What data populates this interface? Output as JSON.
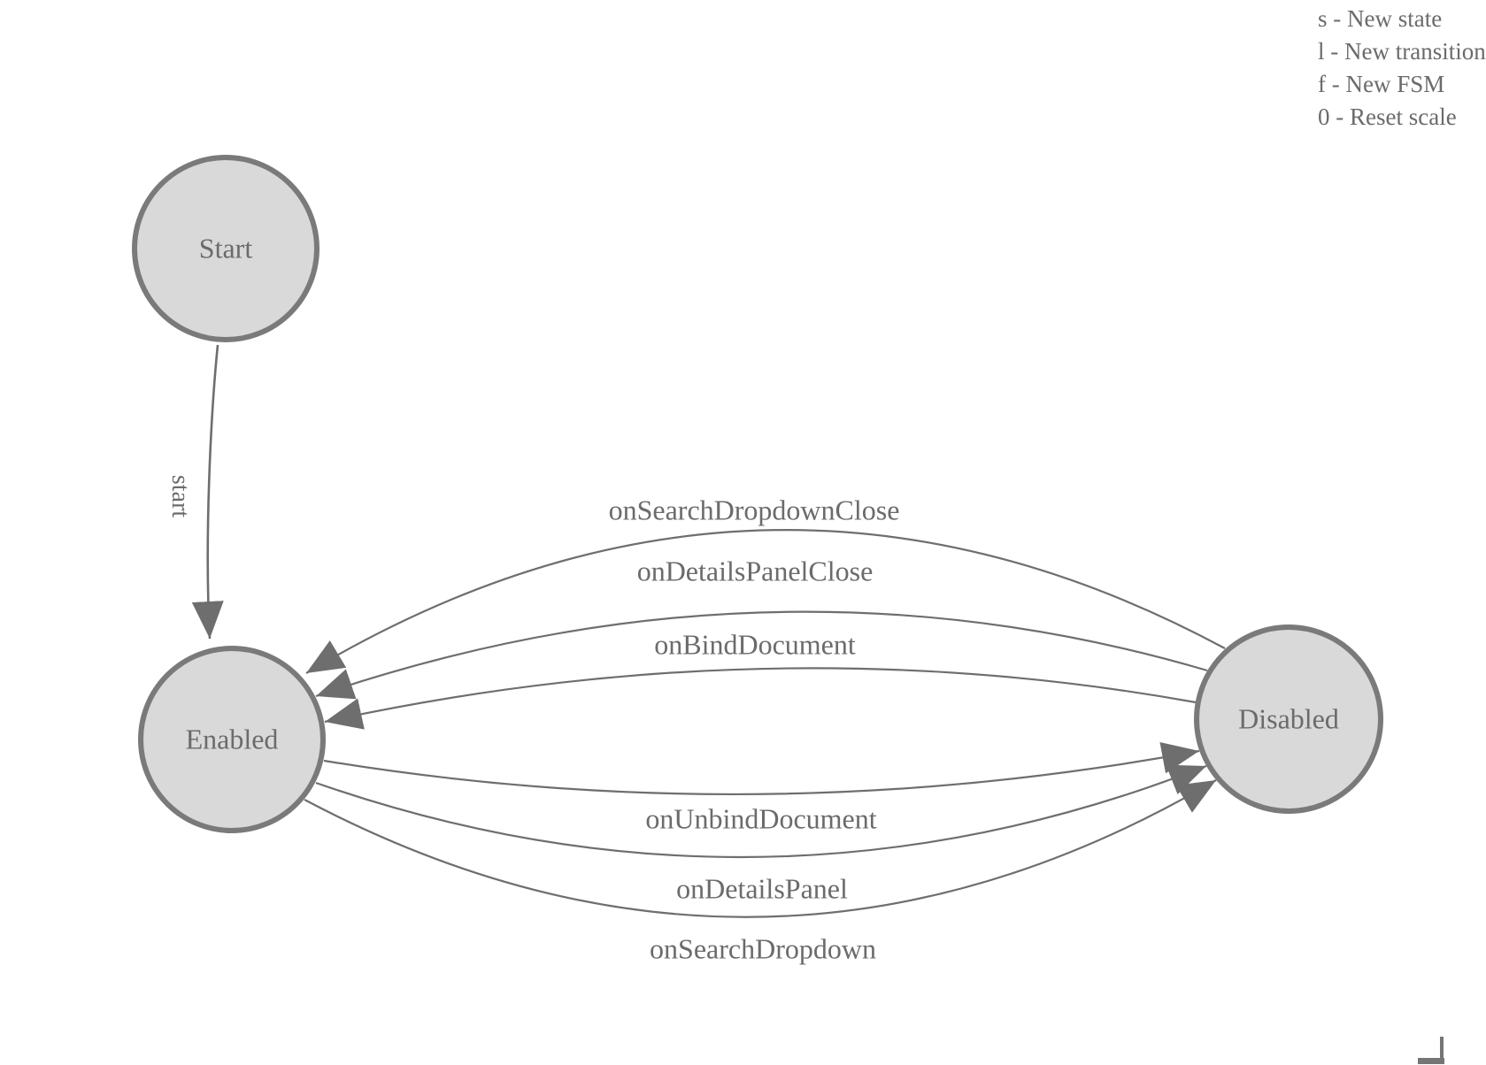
{
  "colors": {
    "node_fill": "#d9d9d9",
    "node_border": "#7a7a7a",
    "edge_stroke": "#6e6e6e",
    "label_text": "#6b6b6b",
    "background": "#ffffff"
  },
  "legend": {
    "line_s": "s - New state",
    "line_l": "l - New transition",
    "line_f": "f - New FSM",
    "line_0": "0 - Reset scale"
  },
  "states": {
    "start": {
      "label": "Start"
    },
    "enabled": {
      "label": "Enabled"
    },
    "disabled": {
      "label": "Disabled"
    }
  },
  "transitions": {
    "start": {
      "label": "start",
      "from": "Start",
      "to": "Enabled"
    },
    "onSearchDropdownClose": {
      "label": "onSearchDropdownClose",
      "from": "Disabled",
      "to": "Enabled"
    },
    "onDetailsPanelClose": {
      "label": "onDetailsPanelClose",
      "from": "Disabled",
      "to": "Enabled"
    },
    "onBindDocument": {
      "label": "onBindDocument",
      "from": "Disabled",
      "to": "Enabled"
    },
    "onUnbindDocument": {
      "label": "onUnbindDocument",
      "from": "Enabled",
      "to": "Disabled"
    },
    "onDetailsPanel": {
      "label": "onDetailsPanel",
      "from": "Enabled",
      "to": "Disabled"
    },
    "onSearchDropdown": {
      "label": "onSearchDropdown",
      "from": "Enabled",
      "to": "Disabled"
    }
  }
}
